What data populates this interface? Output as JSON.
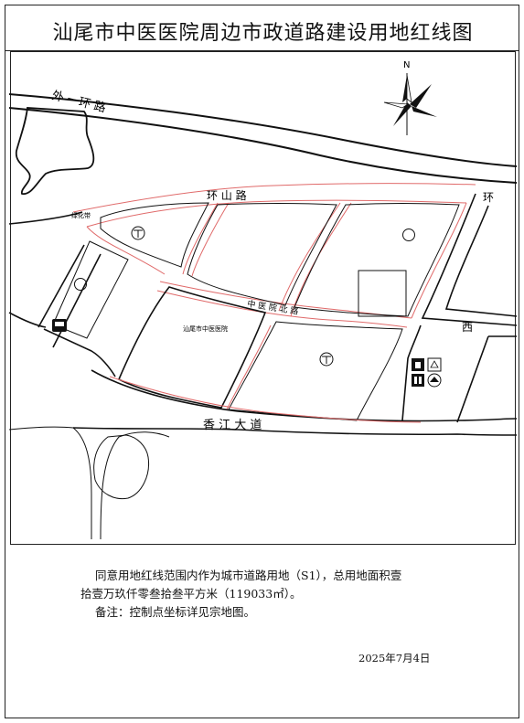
{
  "title": "汕尾市中医医院周边市政道路建设用地红线图",
  "north_label": "N",
  "roads": {
    "outer_ring": "外 一环 路",
    "huanshan": "环 山 路",
    "huan_right": "环",
    "zhongyiyuan_north": "中 医 院 北 路",
    "xiangjiang": "香 江 大 道",
    "xi": "西",
    "lvhua": "绿化带"
  },
  "facilities": {
    "hospital": "汕尾市中医医院"
  },
  "icon_names": [
    "north-arrow-icon",
    "pump-station-icon",
    "circle-marker-icon",
    "bus-station-icon",
    "trash-icon",
    "recycle-icon",
    "toilet-icon",
    "waste-transfer-icon"
  ],
  "note": {
    "line1": "同意用地红线范围内作为城市道路用地（S1），总用地面积壹",
    "line2": "拾壹万玖仟零叁拾叁平方米（119033㎡）。",
    "line3": "备注：控制点坐标详见宗地图。"
  },
  "date": "2025年7月4日",
  "colors": {
    "boundary": "#e06a6a",
    "lines": "#111111"
  }
}
